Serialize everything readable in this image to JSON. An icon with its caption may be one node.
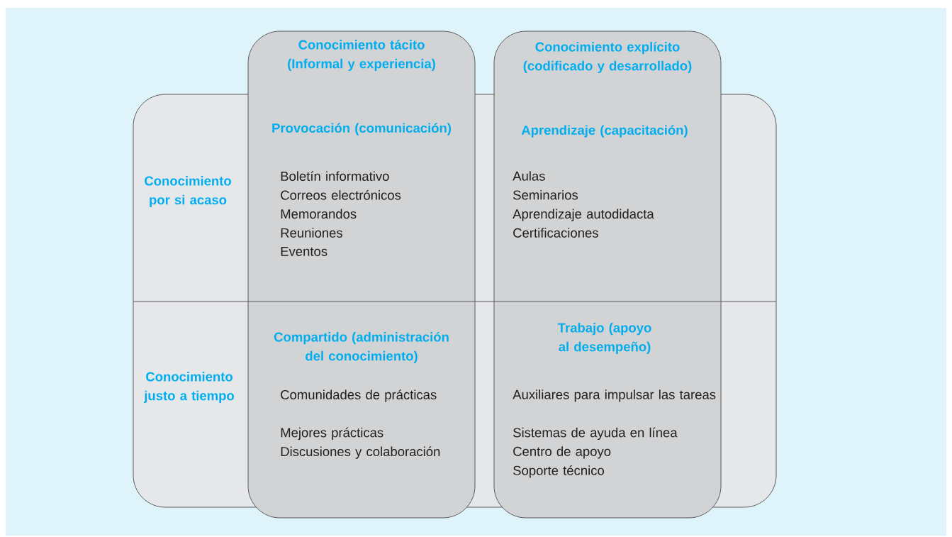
{
  "diagram": {
    "nodes": [
      {
        "text": [
          "Conocimiento por si acaso",
          "Conocimiento justo a tiempo"
        ]
      },
      {
        "text": [
          "Conocimiento tácito (Informal y experiencia)",
          "Provocación (comunicación)",
          "Boletín informativo",
          "Correos electrónicos",
          "Memorandos",
          "Reuniones",
          "Eventos",
          "Compartido (administración del conocimiento)",
          "Comunidades de prácticas",
          "Mejores prácticas",
          "Discusiones y colaboración"
        ]
      },
      {
        "text": [
          "Conocimiento explícito (codificado y desarrollado)",
          "Aprendizaje (capacitación)",
          "Aulas",
          "Seminarios",
          "Aprendizaje autodidacta",
          "Certificaciones",
          "Trabajo (apoyo al desempeño)",
          "Auxiliares para impulsar las tareas",
          "Sistemas de ayuda en línea",
          "Centro de apoyo",
          "Soporte técnico"
        ]
      }
    ]
  }
}
